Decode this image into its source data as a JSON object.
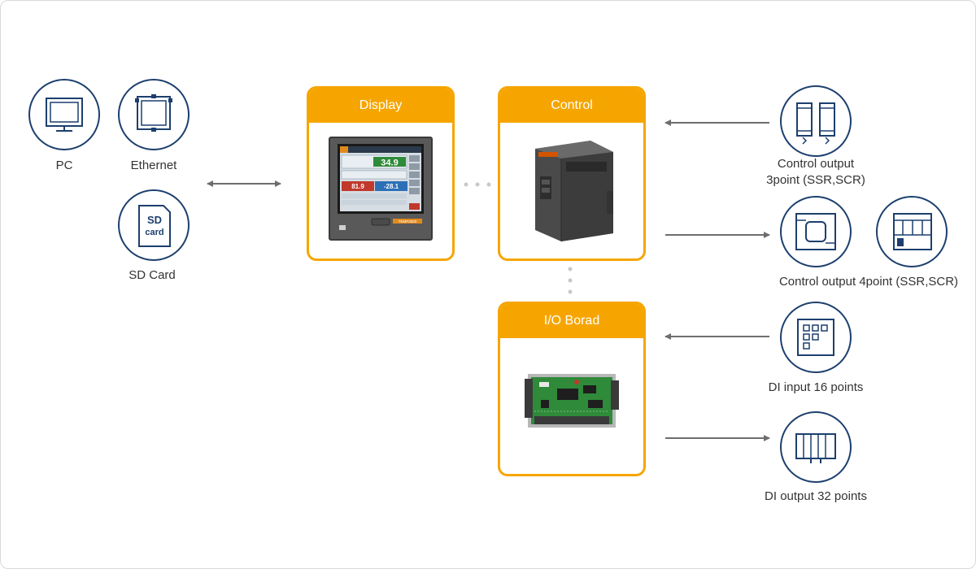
{
  "left_devices": {
    "pc": {
      "label": "PC",
      "icon": "monitor-icon"
    },
    "ethernet": {
      "label": "Ethernet",
      "icon": "ethernet-port-icon"
    },
    "sd_card": {
      "label": "SD Card",
      "icon": "sd-card-icon",
      "icon_text_top": "SD",
      "icon_text_bottom": "card"
    }
  },
  "modules": {
    "display": {
      "title": "Display"
    },
    "control": {
      "title": "Control"
    },
    "io_board": {
      "title": "I/O Borad"
    }
  },
  "display_screen": {
    "readout_main": "34.9",
    "readout_left": "81.9",
    "readout_right": "-28.1",
    "brand": "TEMP2500"
  },
  "outputs": {
    "control_3point": {
      "label_line1": "Control output",
      "label_line2": "3point (SSR,SCR)",
      "icon": "ssr-icon"
    },
    "control_4point": {
      "label": "Control output 4point (SSR,SCR)",
      "icon_a": "solid-state-relay-icon",
      "icon_b": "scr-module-icon"
    },
    "di_input": {
      "label": "DI input 16 points",
      "icon": "di-input-grid-icon"
    },
    "di_output": {
      "label": "DI output 32 points",
      "icon": "relay-output-icon"
    }
  },
  "colors": {
    "accent_orange": "#f6a500",
    "icon_navy": "#1c3f6e",
    "arrow_gray": "#6e6e6e",
    "pcb_green": "#2f8a3a"
  }
}
